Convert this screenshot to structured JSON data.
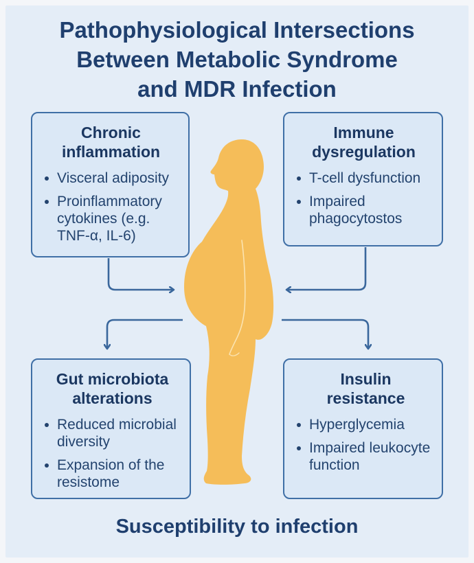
{
  "title": {
    "line1": "Pathophysiological Intersections",
    "line2": "Between Metabolic Syndrome",
    "line3": "and MDR Infection"
  },
  "boxes": {
    "top_left": {
      "title_line1": "Chronic",
      "title_line2": "inflammation",
      "items": [
        {
          "line1": "Visceral adiposity"
        },
        {
          "line1": "Proinflammatory",
          "line2": "cytokines (e.g.",
          "line3": "TNF-α, IL-6)"
        }
      ]
    },
    "top_right": {
      "title_line1": "Immune",
      "title_line2": "dysregulation",
      "items": [
        {
          "line1": "T-cell dysfunction"
        },
        {
          "line1": "Impaired",
          "line2": "phagocytostos"
        }
      ]
    },
    "bottom_left": {
      "title_line1": "Gut microbiota",
      "title_line2": "alterations",
      "items": [
        {
          "line1": "Reduced microbial",
          "line2": "diversity"
        },
        {
          "line1": "Expansion of the",
          "line2": "resistome"
        }
      ]
    },
    "bottom_right": {
      "title_line1": "Insulin",
      "title_line2": "resistance",
      "items": [
        {
          "line1": "Hyperglycemia"
        },
        {
          "line1": "Impaired leukocyte",
          "line2": "function"
        }
      ]
    }
  },
  "footer": "Susceptibility to infection",
  "colors": {
    "background": "#e4edf7",
    "box_fill": "#dbe8f6",
    "box_border": "#3f6fa6",
    "text": "#1b3761",
    "arrow": "#3a679c",
    "figure": "#f5bd59",
    "figure_line": "#fbe3b0"
  }
}
